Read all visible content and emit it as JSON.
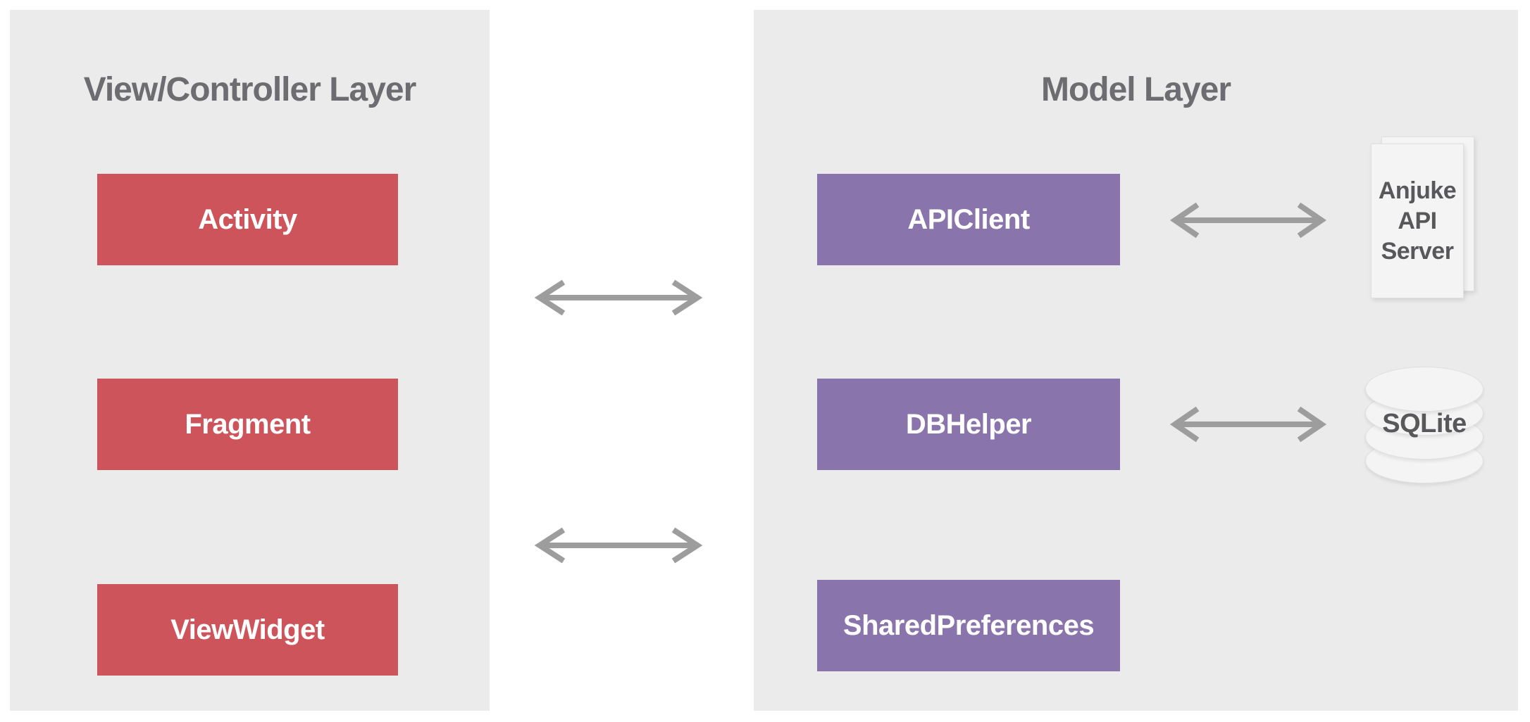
{
  "panels": {
    "view_controller": {
      "title": "View/Controller Layer",
      "boxes": [
        {
          "label": "Activity"
        },
        {
          "label": "Fragment"
        },
        {
          "label": "ViewWidget"
        }
      ]
    },
    "model": {
      "title": "Model Layer",
      "boxes": [
        {
          "label": "APIClient"
        },
        {
          "label": "DBHelper"
        },
        {
          "label": "SharedPreferences"
        }
      ]
    }
  },
  "externals": {
    "api_server": {
      "lines": [
        "Anjuke",
        "API",
        "Server"
      ]
    },
    "database": {
      "label": "SQLite"
    }
  },
  "arrows": [
    {
      "id": "vc-model-upper",
      "type": "bidirectional",
      "from": "View/Controller Layer",
      "to": "Model Layer"
    },
    {
      "id": "vc-model-lower",
      "type": "bidirectional",
      "from": "View/Controller Layer",
      "to": "Model Layer"
    },
    {
      "id": "apiclient-server",
      "type": "bidirectional",
      "from": "APIClient",
      "to": "Anjuke API Server"
    },
    {
      "id": "dbhelper-sqlite",
      "type": "bidirectional",
      "from": "DBHelper",
      "to": "SQLite"
    }
  ],
  "colors": {
    "page_bg": "#ffffff",
    "panel_bg": "#ebebeb",
    "red_box": "#cc545a",
    "purple_box": "#8a74ac",
    "box_text": "#ffffff",
    "title_text": "#6d6d71",
    "arrow": "#9d9d9d",
    "icon_fill": "#f4f4f5",
    "icon_border": "#e0e0e1",
    "icon_text": "#58585b"
  }
}
